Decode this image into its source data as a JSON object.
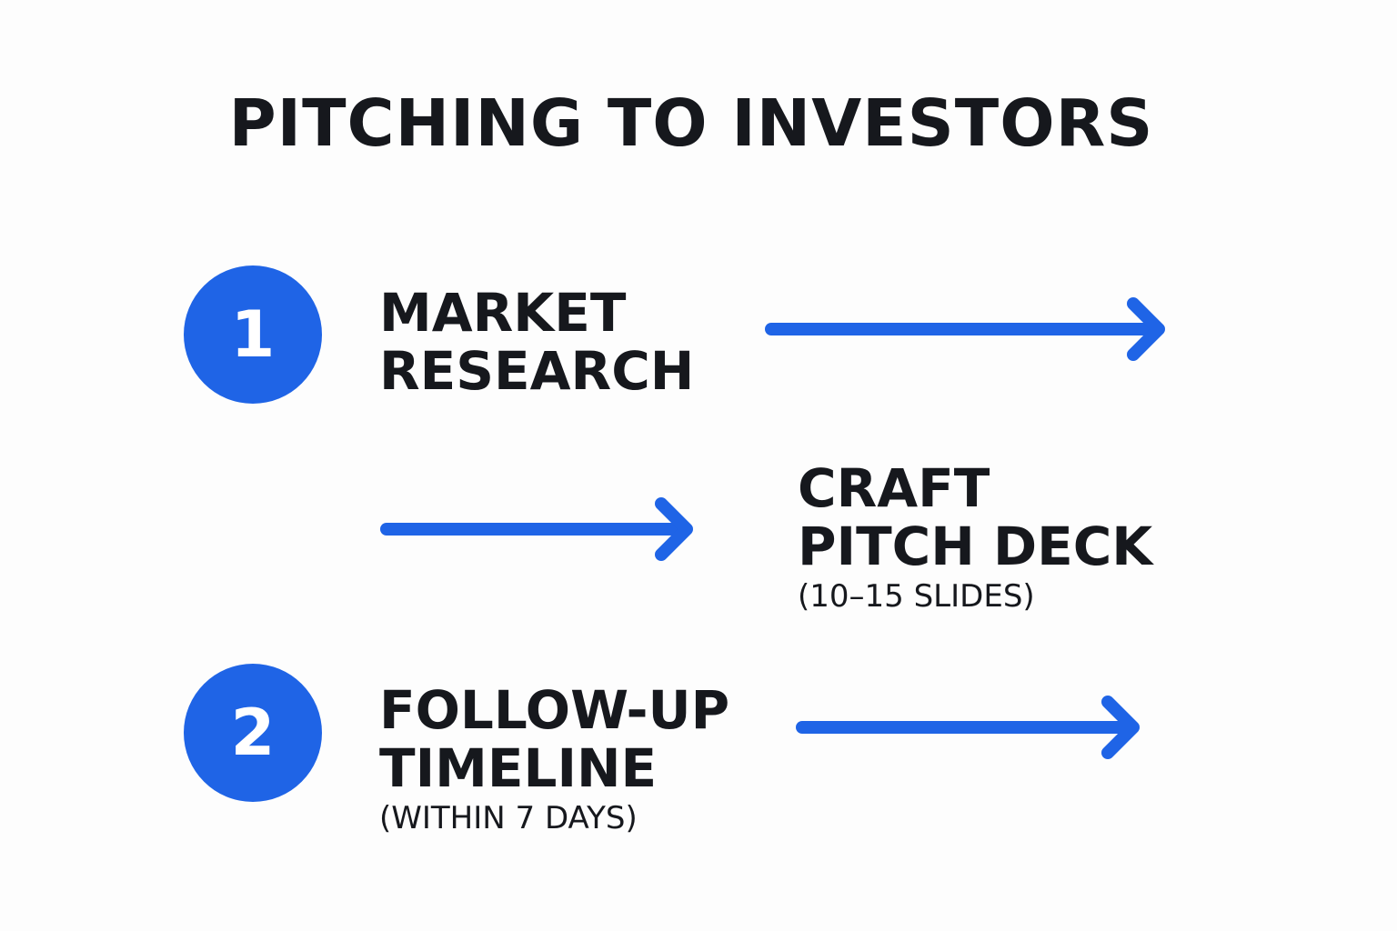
{
  "diagram": {
    "title": "PITCHING TO INVESTORS",
    "accent_color": "#1f64e6",
    "steps": [
      {
        "badge": "1",
        "label_lines": [
          "MARKET",
          "RESEARCH"
        ]
      },
      {
        "badge": "",
        "label_lines": [
          "CRAFT",
          "PITCH DECK"
        ],
        "note": "(10–15 SLIDES)"
      },
      {
        "badge": "2",
        "label_lines": [
          "FOLLOW-UP",
          "TIMELINE"
        ],
        "note": "(WITHIN 7 DAYS)"
      }
    ],
    "arrows": [
      {
        "icon": "right-arrow-icon"
      },
      {
        "icon": "right-arrow-icon"
      },
      {
        "icon": "right-arrow-icon"
      }
    ]
  }
}
